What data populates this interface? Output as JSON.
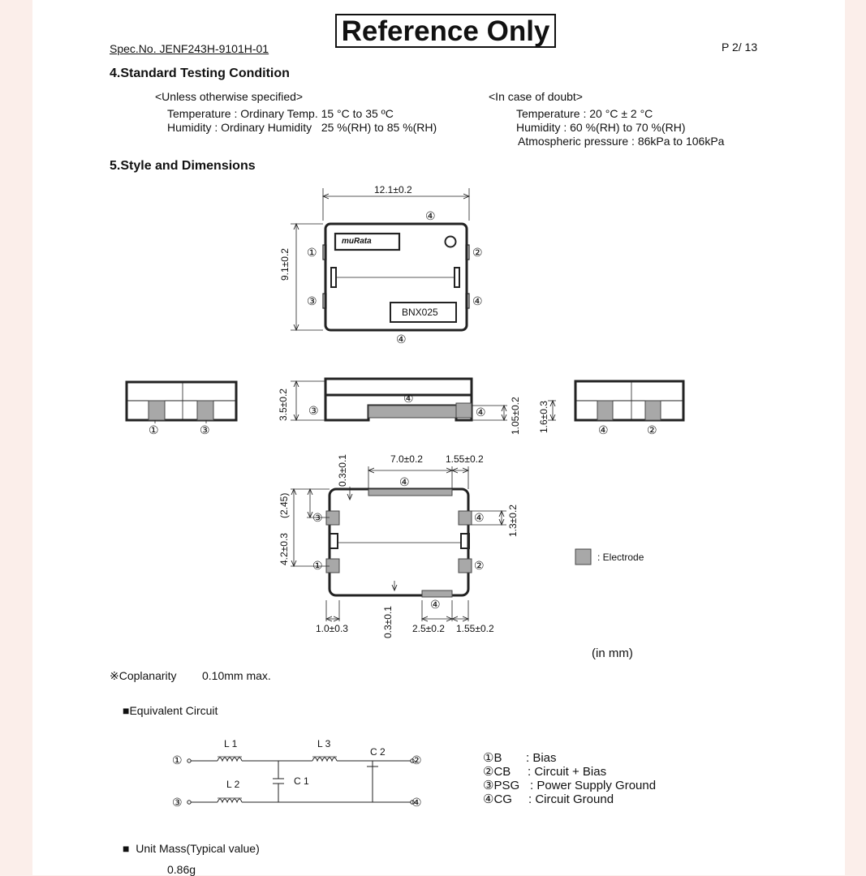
{
  "header": {
    "spec_no": "Spec.No. JENF243H-9101H-01",
    "reference": "Reference Only",
    "page": "P 2/ 13"
  },
  "testing": {
    "title": "4.Standard Testing Condition",
    "unless": {
      "label": "<Unless otherwise specified>",
      "temperature": "Temperature : Ordinary Temp. 15 °C to 35 ºC",
      "humidity": "Humidity : Ordinary Humidity   25 %(RH) to 85 %(RH)"
    },
    "doubt": {
      "label": "<In case of doubt>",
      "temperature": "Temperature : 20 °C ± 2 °C",
      "humidity": "Humidity : 60 %(RH) to 70 %(RH)",
      "pressure": "Atmospheric pressure : 86kPa to 106kPa"
    }
  },
  "style": {
    "title": "5.Style and Dimensions",
    "top_view": {
      "width_dim": "12.1±0.2",
      "height_dim": "9.1±0.2",
      "logo": "muRata",
      "part": "BNX025",
      "t1": "①",
      "t2": "②",
      "t3": "③",
      "t4": "④"
    },
    "side_view": {
      "height_dim": "3.5±0.2",
      "dim_right1": "1.05±0.2",
      "dim_right2": "1.6±0.3"
    },
    "bottom_view": {
      "dim_top_gap": "0.3±0.1",
      "dim_top_width": "7.0±0.2",
      "dim_top_right": "1.55±0.2",
      "dim_left_height": "4.2±0.3",
      "dim_left_paren": "(2.45)",
      "dim_right_height": "1.3±0.2",
      "dim_bottom_left": "1.0±0.3",
      "dim_bottom_gap": "0.3±0.1",
      "dim_bottom_width": "2.5±0.2",
      "dim_bottom_right": "1.55±0.2"
    },
    "legend_electrode": ": Electrode",
    "unit_note": "(in mm)"
  },
  "coplanarity": {
    "label": "※Coplanarity",
    "value": "0.10mm max."
  },
  "circuit": {
    "title": "■Equivalent Circuit",
    "L1": "L 1",
    "L2": "L 2",
    "L3": "L 3",
    "C1": "C 1",
    "C2": "C 2",
    "legend": [
      {
        "code": "①B",
        "desc": ": Bias"
      },
      {
        "code": "②CB",
        "desc": ": Circuit + Bias"
      },
      {
        "code": "③PSG",
        "desc": ": Power Supply Ground"
      },
      {
        "code": "④CG",
        "desc": ": Circuit Ground"
      }
    ]
  },
  "mass": {
    "title": "■  Unit Mass(Typical value)",
    "value": "0.86g"
  }
}
